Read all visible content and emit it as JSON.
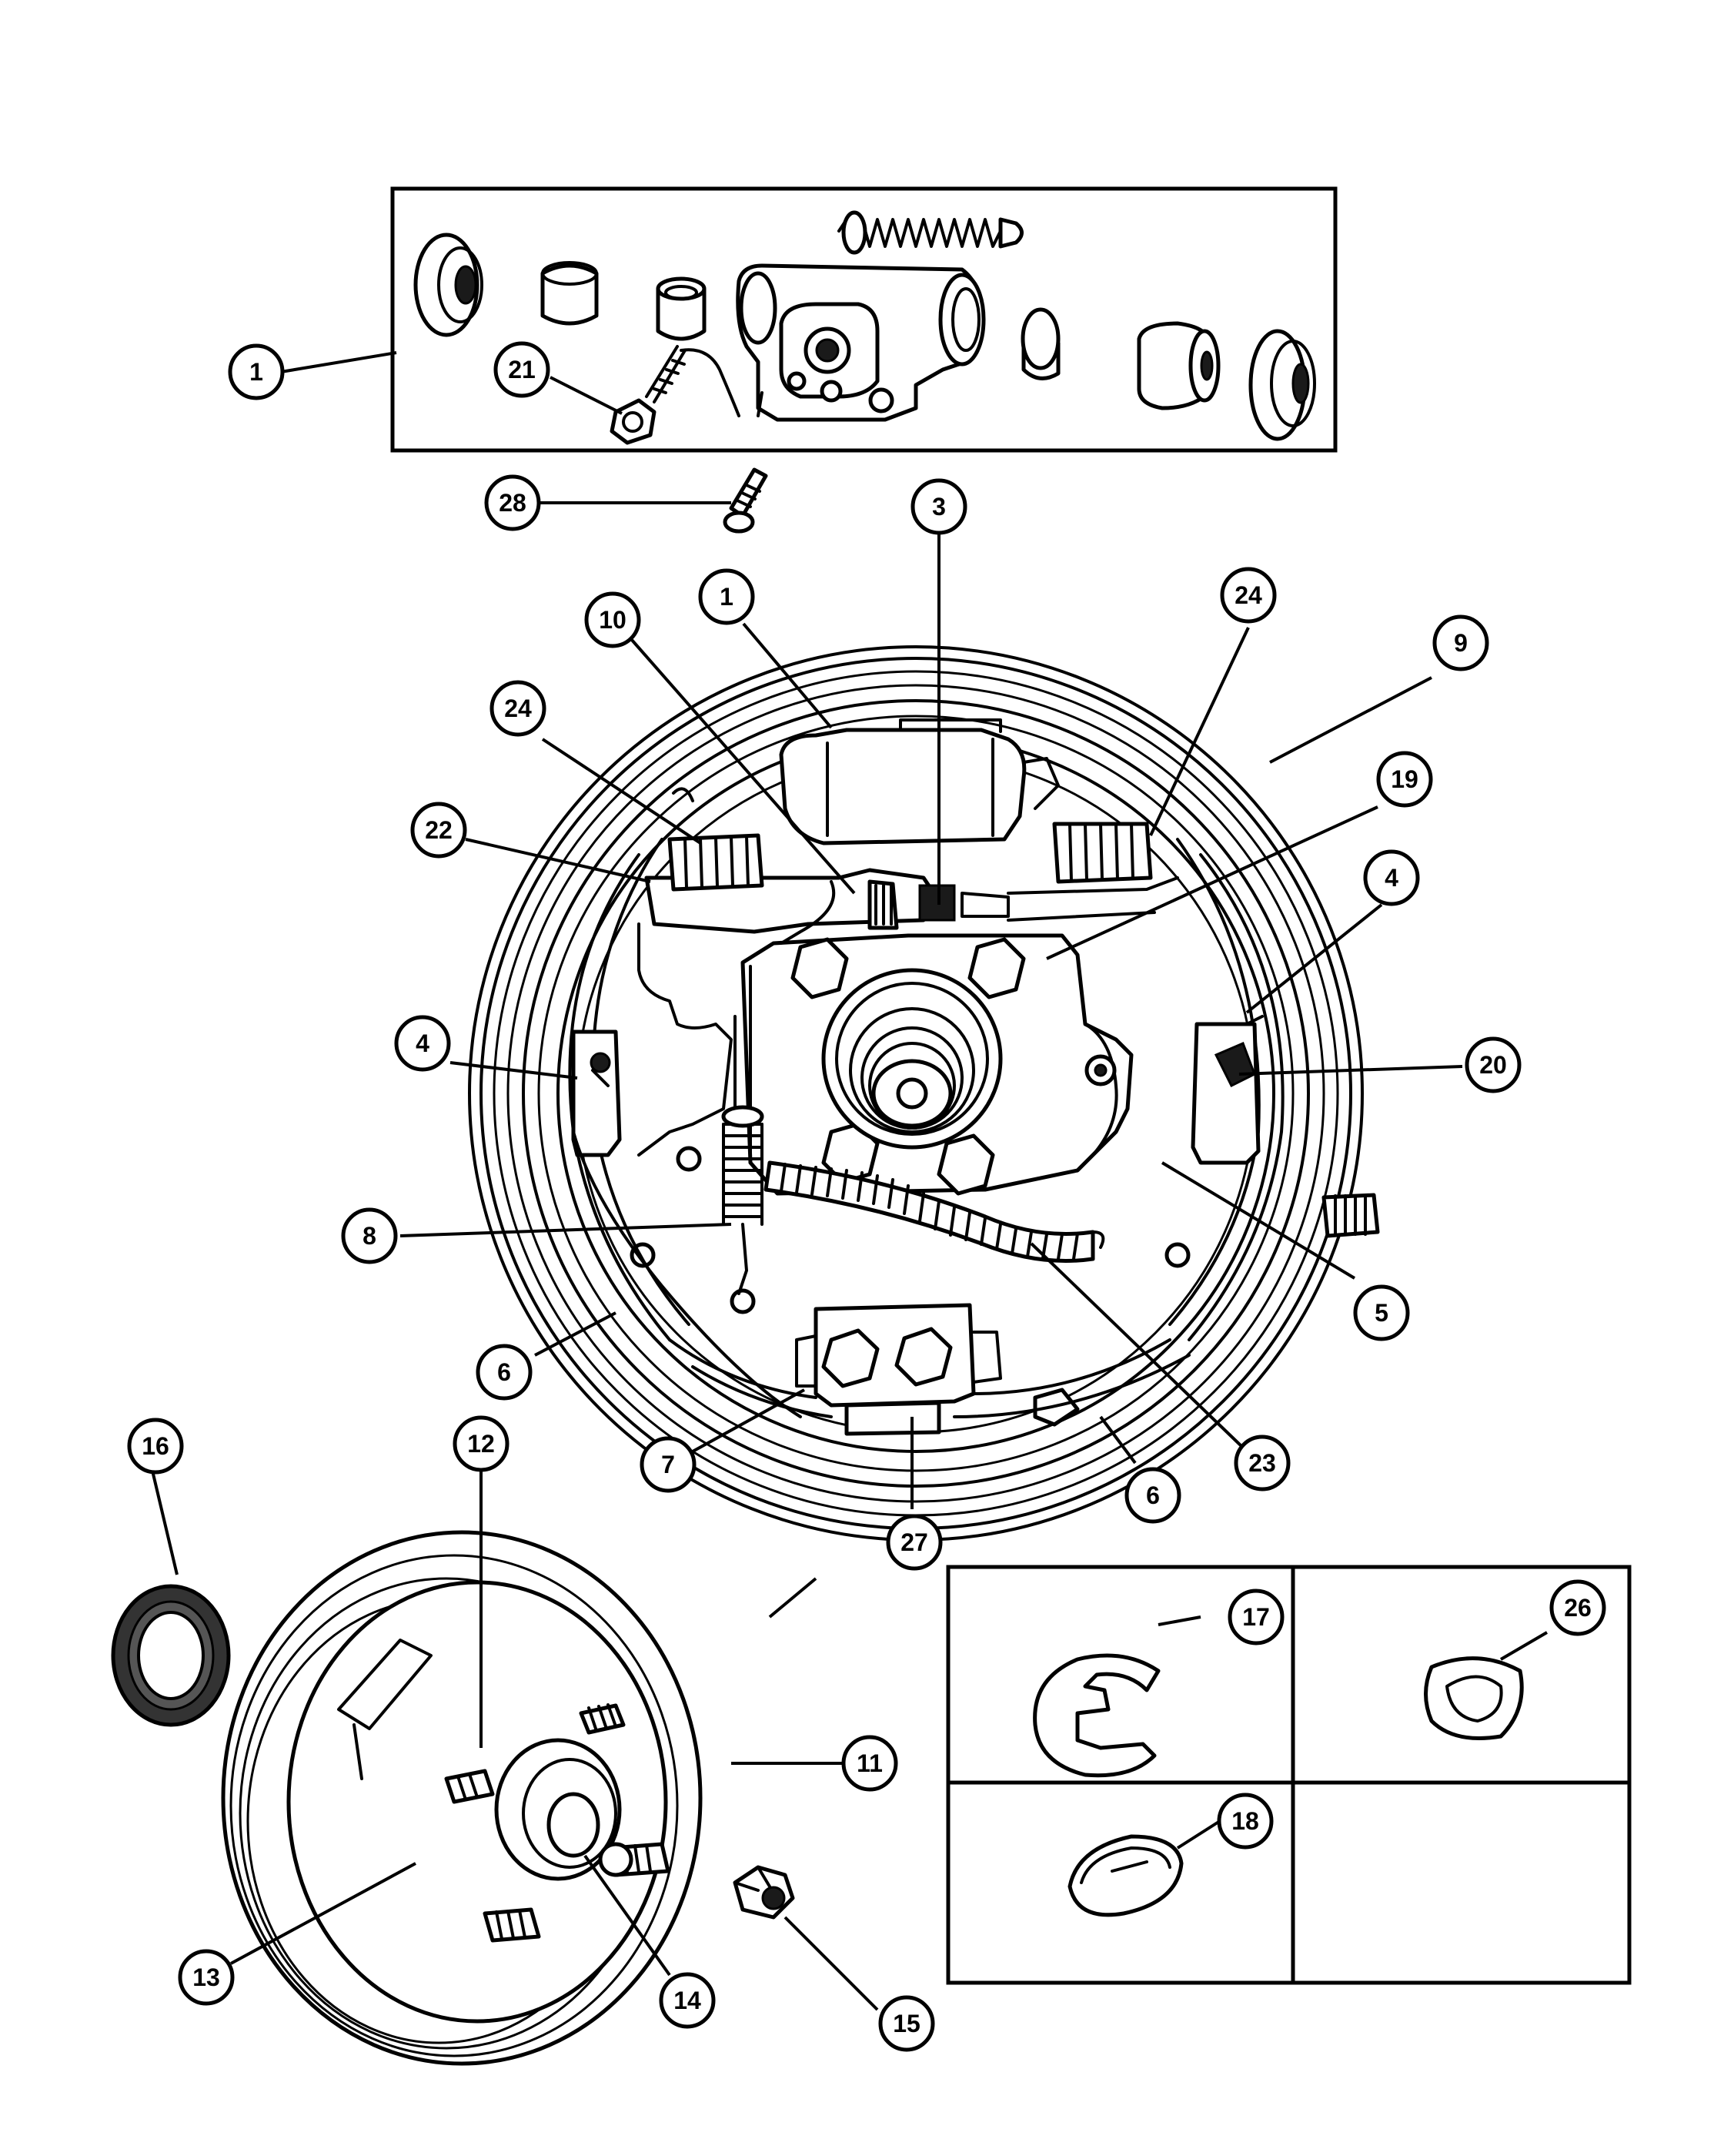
{
  "callouts": [
    {
      "id": "c1a",
      "label": "1"
    },
    {
      "id": "c21",
      "label": "21"
    },
    {
      "id": "c28",
      "label": "28"
    },
    {
      "id": "c3",
      "label": "3"
    },
    {
      "id": "c1b",
      "label": "1"
    },
    {
      "id": "c10",
      "label": "10"
    },
    {
      "id": "c24a",
      "label": "24"
    },
    {
      "id": "c9",
      "label": "9"
    },
    {
      "id": "c24b",
      "label": "24"
    },
    {
      "id": "c19",
      "label": "19"
    },
    {
      "id": "c22",
      "label": "22"
    },
    {
      "id": "c4a",
      "label": "4"
    },
    {
      "id": "c4b",
      "label": "4"
    },
    {
      "id": "c20",
      "label": "20"
    },
    {
      "id": "c8",
      "label": "8"
    },
    {
      "id": "c5",
      "label": "5"
    },
    {
      "id": "c6a",
      "label": "6"
    },
    {
      "id": "c7",
      "label": "7"
    },
    {
      "id": "c23",
      "label": "23"
    },
    {
      "id": "c6b",
      "label": "6"
    },
    {
      "id": "c27",
      "label": "27"
    },
    {
      "id": "c16",
      "label": "16"
    },
    {
      "id": "c12",
      "label": "12"
    },
    {
      "id": "c17",
      "label": "17"
    },
    {
      "id": "c26",
      "label": "26"
    },
    {
      "id": "c11",
      "label": "11"
    },
    {
      "id": "c18",
      "label": "18"
    },
    {
      "id": "c13",
      "label": "13"
    },
    {
      "id": "c14",
      "label": "14"
    },
    {
      "id": "c15",
      "label": "15"
    }
  ]
}
